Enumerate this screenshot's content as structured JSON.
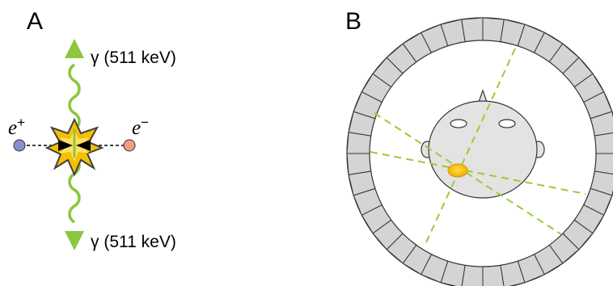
{
  "panels": {
    "a": {
      "letter": "A",
      "photon_up_label": "γ (511 keV)",
      "photon_down_label": "γ (511 keV)",
      "positron_symbol": "e",
      "positron_charge": "+",
      "electron_symbol": "e",
      "electron_charge": "−"
    },
    "b": {
      "letter": "B",
      "detector_block_count": 40
    }
  },
  "colors": {
    "photon": "#8dc63f",
    "flash_outer": "#404040",
    "flash_fill": "#f5c000",
    "positron": "#8a8fd0",
    "electron": "#f0a080",
    "detector_block": "#d4d4d4",
    "head": "#e3e3e3",
    "hotspot": "#f5c000",
    "lor_line": "#9acd32"
  }
}
